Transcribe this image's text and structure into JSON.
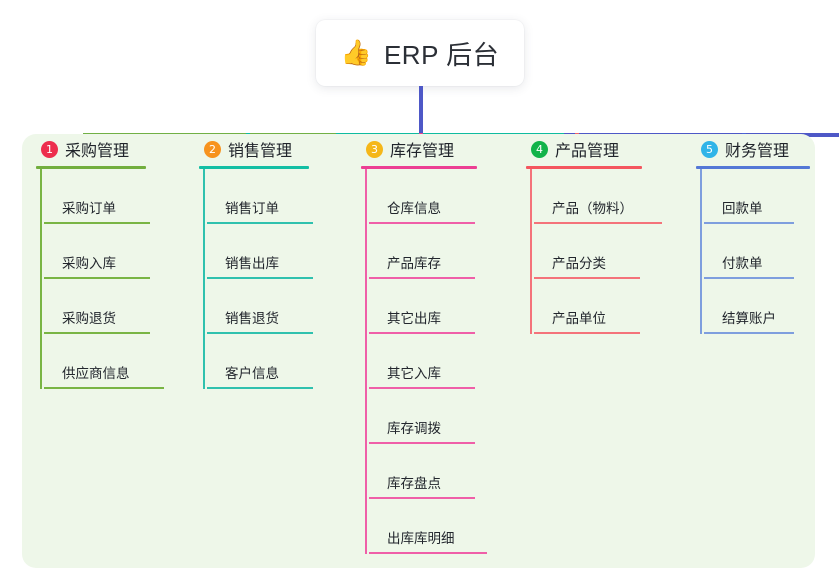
{
  "root": {
    "icon": "thumbs-up-icon",
    "emoji": "👍",
    "title": "ERP 后台"
  },
  "palette": {
    "panel_bg": "#eef7e9",
    "root_stem": "#4e58c7",
    "bus_left": "#71b045",
    "bus_mid": "#0fbca0",
    "bus_right": "#4e58c7"
  },
  "columns": [
    {
      "index": "1",
      "title": "采购管理",
      "badge_color": "#ed2e4d",
      "line_color": "#79b544",
      "items": [
        "采购订单",
        "采购入库",
        "采购退货",
        "供应商信息"
      ]
    },
    {
      "index": "2",
      "title": "销售管理",
      "badge_color": "#f7931e",
      "line_color": "#2fc1ae",
      "items": [
        "销售订单",
        "销售出库",
        "销售退货",
        "客户信息"
      ]
    },
    {
      "index": "3",
      "title": "库存管理",
      "badge_color": "#f5b719",
      "line_color": "#ef5fa8",
      "items": [
        "仓库信息",
        "产品库存",
        "其它出库",
        "其它入库",
        "库存调拨",
        "库存盘点",
        "出库库明细"
      ]
    },
    {
      "index": "4",
      "title": "产品管理",
      "badge_color": "#12b34a",
      "line_color": "#f4737a",
      "items": [
        "产品（物料）",
        "产品分类",
        "产品单位"
      ]
    },
    {
      "index": "5",
      "title": "财务管理",
      "badge_color": "#30b4e8",
      "line_color": "#7e9ede",
      "items": [
        "回款单",
        "付款单",
        "结算账户"
      ]
    }
  ]
}
